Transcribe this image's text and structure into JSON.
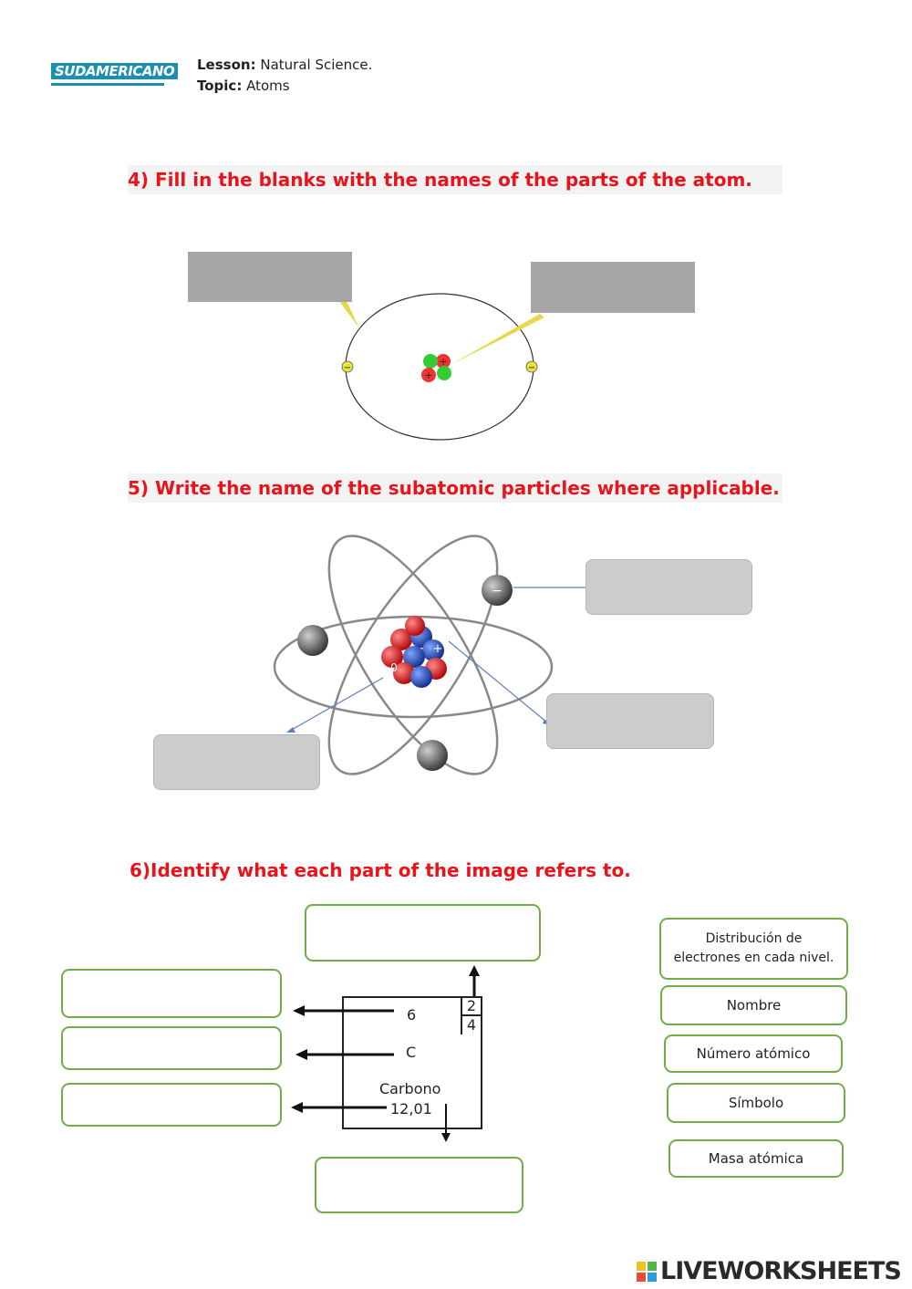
{
  "header": {
    "logo_text": "SUDAMERICANO",
    "lesson_label": "Lesson:",
    "lesson_value": "Natural Science.",
    "topic_label": "Topic:",
    "topic_value": "Atoms"
  },
  "q4": {
    "title": "4) Fill in the blanks with the names of the parts of the atom."
  },
  "q5": {
    "title": "5) Write the name of the subatomic particles where applicable."
  },
  "q6": {
    "title": "6)Identify what each part of the image refers to.",
    "element": {
      "atomic_number": "6",
      "symbol": "C",
      "name": "Carbono",
      "mass": "12,01",
      "shell_1": "2",
      "shell_2": "4"
    },
    "options": [
      "Distribución de electrones en cada nivel.",
      "Nombre",
      "Número atómico",
      "Símbolo",
      "Masa atómica"
    ]
  },
  "diagram_marks": {
    "minus": "−",
    "plus": "+",
    "zero": "0"
  },
  "footer": {
    "brand": "LIVEWORKSHEETS"
  },
  "colors": {
    "question_red": "#e8141b",
    "answer_gray": "#a6a6a6",
    "green_border": "#70ad47"
  }
}
